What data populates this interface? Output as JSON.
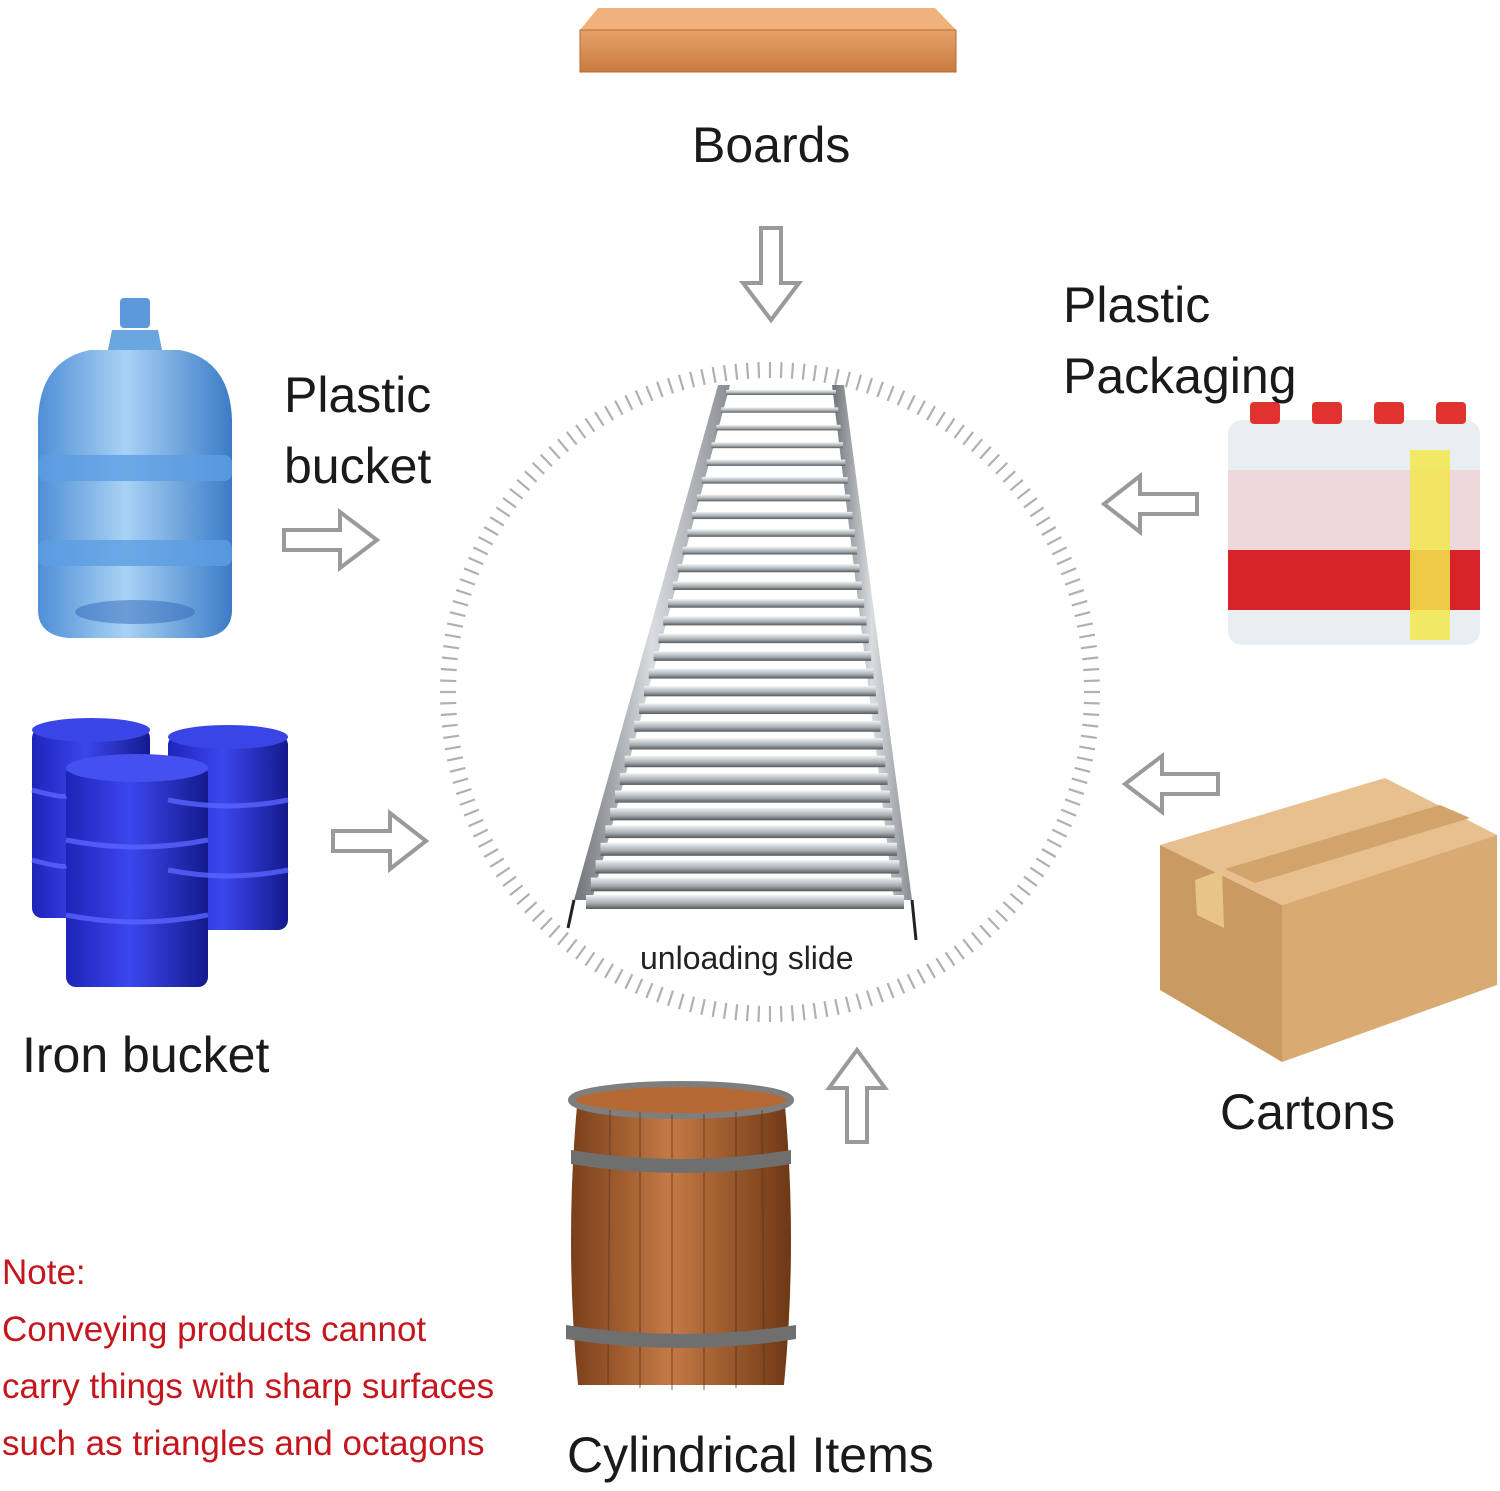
{
  "labels": {
    "boards": "Boards",
    "plastic_bucket": [
      "Plastic",
      "bucket"
    ],
    "plastic_packaging": [
      "Plastic",
      "Packaging"
    ],
    "iron_bucket": "Iron bucket",
    "cartons": "Cartons",
    "cylindrical_items": "Cylindrical Items",
    "center": "unloading slide"
  },
  "note": {
    "title": "Note:",
    "lines": [
      "Conveying products cannot",
      "carry things with sharp surfaces",
      "such as triangles and octagons"
    ]
  },
  "colors": {
    "note": "#c4161c",
    "arrow": "#9a9a9a",
    "tick": "#b0b0b0",
    "text": "#1a1a1a"
  }
}
